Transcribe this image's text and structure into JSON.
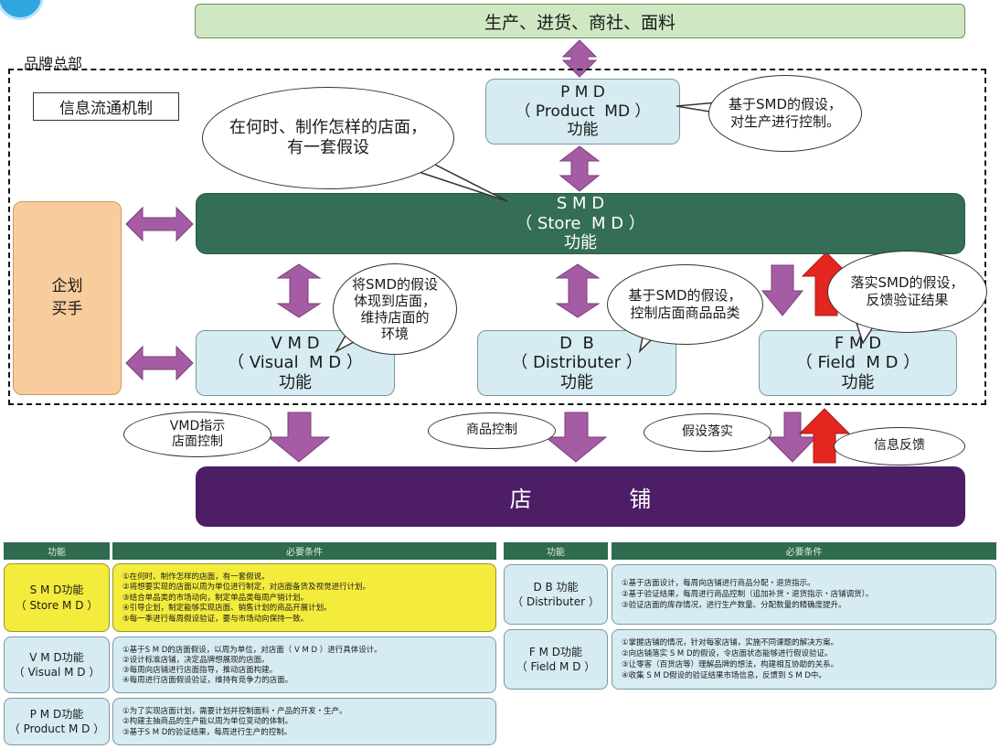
{
  "header": {
    "label": "生产、进货、商社、面料"
  },
  "hq": {
    "label": "品牌总部"
  },
  "mechanism": {
    "label": "信息流通机制"
  },
  "pmd": {
    "line1": "P M D",
    "line2": "（ Product  MD ）",
    "line3": "功能"
  },
  "smd": {
    "line1": "S M D",
    "line2": "（ Store  M D ）",
    "line3": "功能"
  },
  "vmd": {
    "line1": "V M D",
    "line2": "（ Visual  M D ）",
    "line3": "功能"
  },
  "db": {
    "line1": "D  B",
    "line2": "（ Distributer ）",
    "line3": "功能"
  },
  "fmd": {
    "line1": "F M D",
    "line2": "（ Field  M D ）",
    "line3": "功能"
  },
  "planner": {
    "label": "企划\n买手"
  },
  "store": {
    "label": "店              铺"
  },
  "bubbles": {
    "when_what": "在何时、制作怎样的店面，\n有一套假设",
    "pmd_control": "基于SMD的假设，\n对生产进行控制。",
    "vmd_store": "将SMD的假设\n体现到店面，\n维持店面的\n环境",
    "db_control": "基于SMD的假设，\n控制店面商品品类",
    "fmd_feedback": "落实SMD的假设，\n反馈验证结果",
    "vmd_guide": "VMD指示\n店面控制",
    "goods_control": "商品控制",
    "implement": "假设落实",
    "info_feedback": "信息反馈"
  },
  "table_left": {
    "header_function": "功能",
    "header_condition": "必要条件",
    "rows": [
      {
        "function": "S M D功能\n（ Store M D ）",
        "conditions": [
          "①在何时、制作怎样的店面，有一套假说。",
          "②将想要实现的店面以周为单位进行制定，对店面备货及视觉进行计划。",
          "③结合单品类的市场动向，制定单品类每周产销计划。",
          "④引导企划，制定能够实现店面、销售计划的商品开展计划。",
          "⑤每一季进行每周假设验证，要与市场动向保持一致。"
        ]
      },
      {
        "function": "V M D功能\n（ Visual M D ）",
        "conditions": [
          "①基于S M D的店面假设，以周为单位，对店面（ V M D ）进行具体设计。",
          "②设计标准店铺，决定品牌想展现的店面。",
          "③每周向店铺进行店面指导，推动店面构建。",
          "④每周进行店面假设验证，维持有竞争力的店面。"
        ]
      },
      {
        "function": "P M D功能\n（ Product M D ）",
        "conditions": [
          "①为了实现店面计划，需要计划并控制面料・产品的开发・生产。",
          "②构建主抽商品的生产能以周为单位变动的体制。",
          "③基于S M D的验证结果，每周进行生产的控制。"
        ]
      }
    ]
  },
  "table_right": {
    "header_function": "功能",
    "header_condition": "必要条件",
    "rows": [
      {
        "function": "D B 功能\n（ Distributer ）",
        "conditions": [
          "①基于店面设计，每周向店铺进行商品分配・退货指示。",
          "②基于验证结果，每周进行商品控制（追加补货・退货指示・店铺调货）。",
          "③验证店面的库存情况，进行生产数量、分配数量的精确度提升。"
        ]
      },
      {
        "function": "F M D功能\n（ Field M D ）",
        "conditions": [
          "①掌握店铺的情况，针对每家店铺，实施不同课题的解决方案。",
          "②向店铺落实 S M D的假设，令店面状态能够进行假设验证。",
          "③让零客（百货店等）理解品牌的想法，构建相互协助的关系。",
          "④收集 S M D假设的验证结果市场信息，反馈到 S M D中。"
        ]
      }
    ]
  },
  "colors": {
    "arrow": "#a55ca4",
    "arrow_red": "#e3261f",
    "smd": "#356e57",
    "store": "#4d1e66",
    "highlight": "#f4ec3c"
  }
}
